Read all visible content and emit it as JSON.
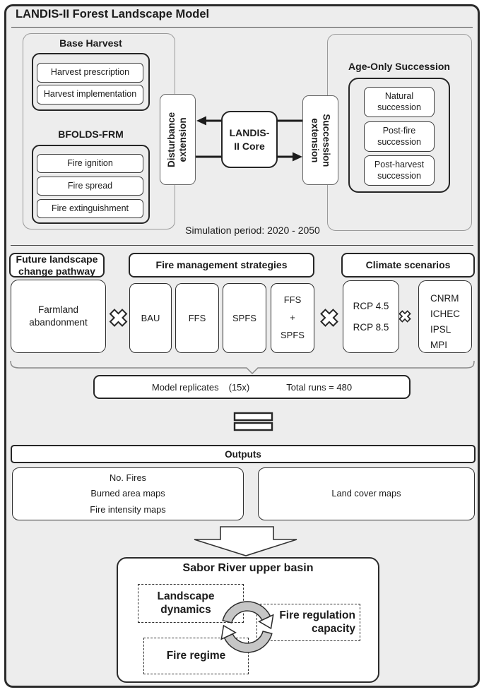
{
  "title": "LANDIS-II Forest Landscape Model",
  "model_section": {
    "base_harvest": {
      "label": "Base Harvest",
      "items": [
        "Harvest prescription",
        "Harvest implementation"
      ]
    },
    "bfolds": {
      "label": "BFOLDS-FRM",
      "items": [
        "Fire ignition",
        "Fire spread",
        "Fire extinguishment"
      ]
    },
    "age_only": {
      "label": "Age-Only Succession",
      "items": [
        "Natural succession",
        "Post-fire succession",
        "Post-harvest succession"
      ]
    },
    "disturbance_extension": "Disturbance extension",
    "core": "LANDIS-II Core",
    "succession_extension": "Succession extension",
    "simulation_period": "Simulation period: 2020 - 2050"
  },
  "scenario_section": {
    "pathway": {
      "header": "Future landscape change pathway",
      "box": "Farmland abandonment"
    },
    "fire_management": {
      "header": "Fire management strategies",
      "options": [
        "BAU",
        "FFS",
        "SPFS"
      ],
      "combo": [
        "FFS",
        "+",
        "SPFS"
      ]
    },
    "climate": {
      "header": "Climate scenarios",
      "rcp": [
        "RCP 4.5",
        "RCP 8.5"
      ],
      "gcms": [
        "CNRM",
        "ICHEC",
        "IPSL",
        "MPI"
      ]
    },
    "replicates": {
      "label": "Model replicates",
      "count": "(15x)",
      "total": "Total runs = 480"
    }
  },
  "outputs_section": {
    "header": "Outputs",
    "fire_outputs": [
      "No. Fires",
      "Burned area maps",
      "Fire intensity maps"
    ],
    "land_outputs": "Land cover maps"
  },
  "study_area": {
    "title": "Sabor River upper basin",
    "landscape_dynamics": "Landscape dynamics",
    "fire_regulation": "Fire regulation capacity",
    "fire_regime": "Fire regime"
  },
  "colors": {
    "panel_bg": "#ededed",
    "border_dark": "#262626",
    "border_gray": "#9a9a9a",
    "cycle_ribbon_gray": "#c6c6c6",
    "box_fill": "#ffffff"
  }
}
